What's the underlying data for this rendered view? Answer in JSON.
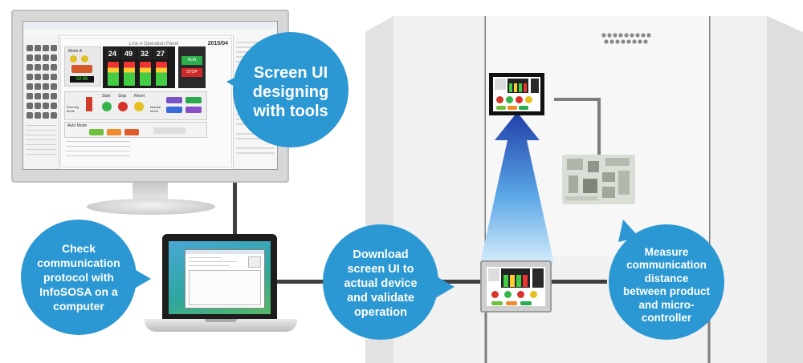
{
  "bubbles": {
    "screen_ui": {
      "lines": [
        "Screen UI",
        "designing",
        "with tools"
      ]
    },
    "check_protocol": {
      "lines": [
        "Check",
        "communication",
        "protocol with",
        "InfoSOSA on a",
        "computer"
      ]
    },
    "download": {
      "lines": [
        "Download",
        "screen UI to",
        "actual device",
        "and validate",
        "operation"
      ]
    },
    "measure": {
      "lines": [
        "Measure",
        "communication",
        "distance",
        "between product",
        "and micro-",
        "controller"
      ]
    }
  },
  "monitor_app": {
    "panel_title": "Line A Operation Panel",
    "panel_date": "2015/04",
    "motor_label": "Motor A",
    "counters": [
      "24",
      "49",
      "32",
      "27"
    ],
    "buttons": {
      "start": "Start",
      "stop": "Stop",
      "reset": "Reset"
    },
    "mode_labels": {
      "running": "Running Mode",
      "manual": "Manual Mode",
      "auto": "Auto Mode"
    },
    "status_buttons": {
      "run": "RUN",
      "stop": "STOP"
    },
    "time": "02:06"
  },
  "colors": {
    "bubble": "#2b98d4",
    "cable": "#3f3f3f",
    "cabinet": "#ebebeb",
    "arrow_top": "#1f3fa8",
    "arrow_bottom": "#cfe9fb"
  }
}
